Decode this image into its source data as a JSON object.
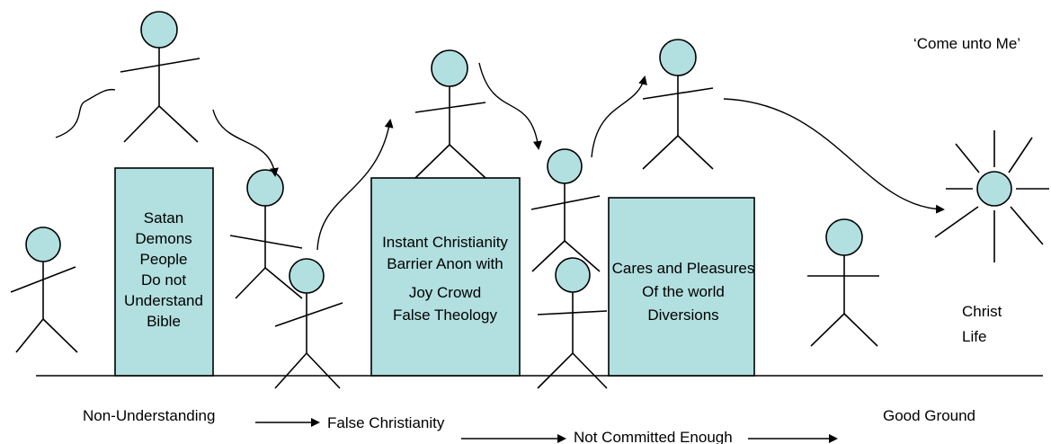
{
  "quote": "‘Come unto Me’",
  "boxes": {
    "barrier1": [
      "Satan",
      "Demons",
      "People",
      "Do not",
      "Understand",
      "Bible"
    ],
    "barrier2": [
      "Instant Christianity",
      "Barrier Anon with",
      "Joy Crowd",
      "False Theology"
    ],
    "barrier3": [
      "Cares and Pleasures",
      "Of the world",
      "Diversions"
    ]
  },
  "christ_label": [
    "Christ",
    "Life"
  ],
  "stages": {
    "s1": "Non-Understanding",
    "s2": "False Christianity",
    "s3": "Not Committed Enough",
    "s4": "Good Ground"
  },
  "colors": {
    "fill": "#b2dfdf",
    "stroke": "#000000"
  }
}
